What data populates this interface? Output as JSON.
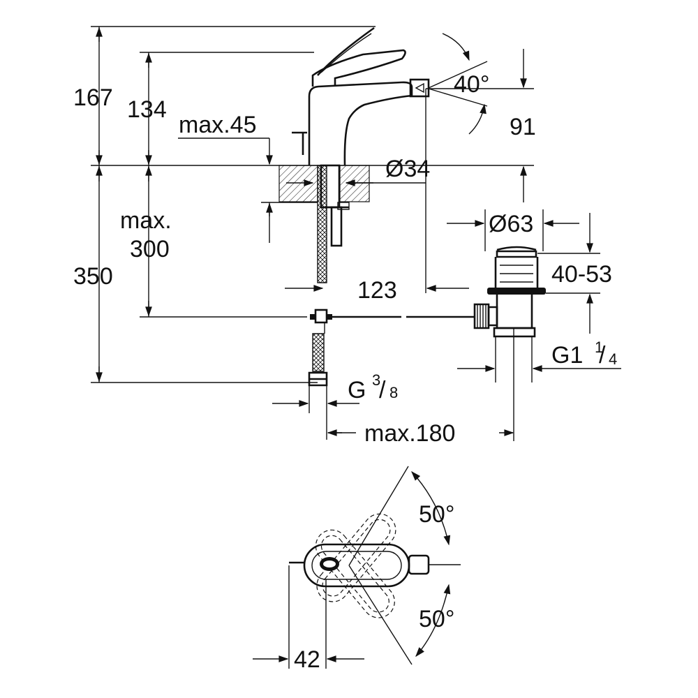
{
  "dimensions": {
    "height_total": "167",
    "height_lever": "134",
    "max_deck": "max.45",
    "spray_angle": "40°",
    "spout_height": "91",
    "hole_diameter": "Ø34",
    "waste_diameter": "Ø63",
    "hose_max_label": "max.",
    "hose_max_value": "300",
    "total_length": "350",
    "waste_height": "40-53",
    "spout_reach": "123",
    "waste_thread_main": "G1",
    "waste_thread_num": "1",
    "waste_thread_den": "4",
    "hose_thread_main": "G",
    "hose_thread_num": "3",
    "hose_thread_den": "8",
    "max_distance": "max.180",
    "rotation_upper": "50°",
    "rotation_lower": "50°",
    "lever_offset": "42"
  }
}
